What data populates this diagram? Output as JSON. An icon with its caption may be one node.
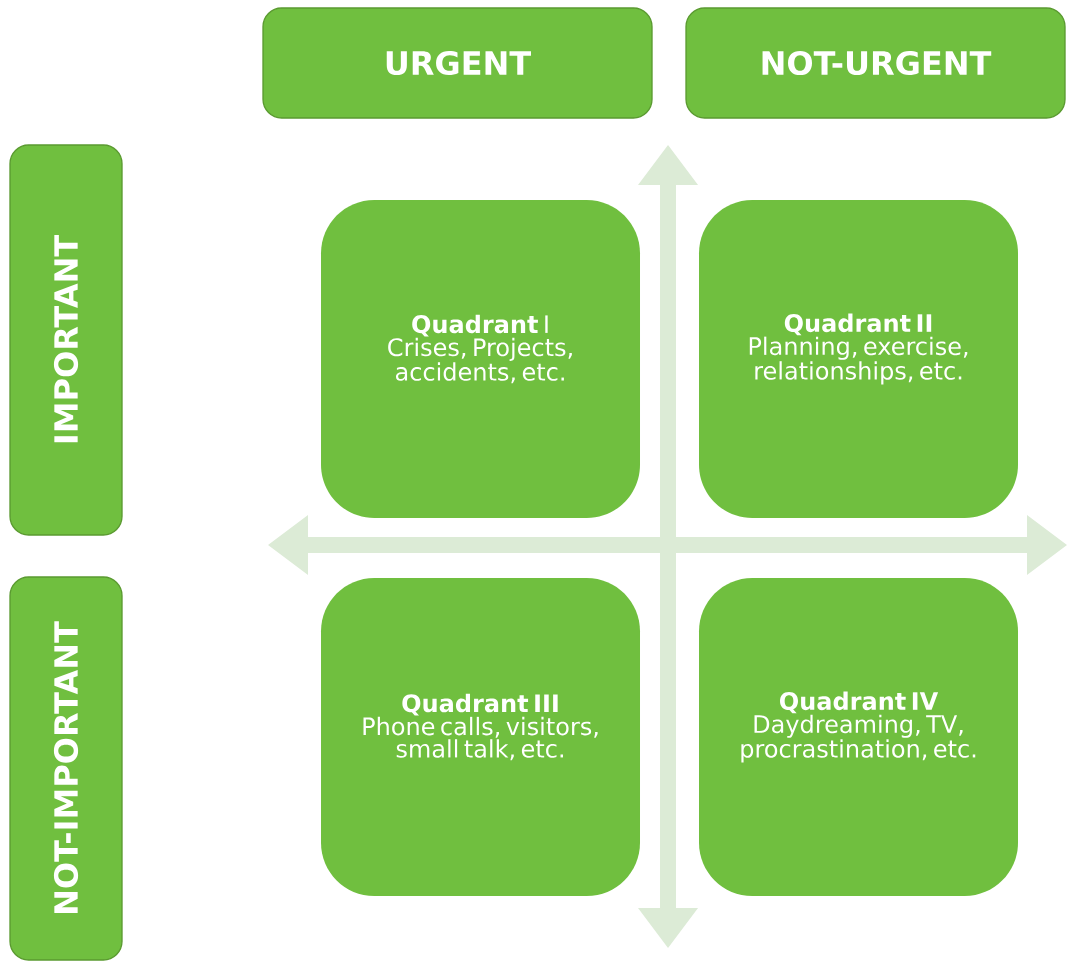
{
  "diagram": {
    "nodes": [
      {
        "text": [
          "URGENT"
        ]
      },
      {
        "text": [
          "NOT-URGENT"
        ]
      },
      {
        "text": [
          "IMPORTANT"
        ]
      },
      {
        "text": [
          "NOT-IMPORTANT"
        ]
      },
      {
        "text": [
          "**Quadrant** I",
          "Crises, Projects, accidents, etc."
        ]
      },
      {
        "text": [
          "Quadrant II",
          "Planning, exercise, relationships, etc."
        ]
      },
      {
        "text": [
          "Quadrant III",
          "Phone calls, visitors, small talk, etc."
        ]
      },
      {
        "text": [
          "Quadrant IV",
          "Daydreaming, TV, procrastination, etc."
        ]
      }
    ]
  }
}
